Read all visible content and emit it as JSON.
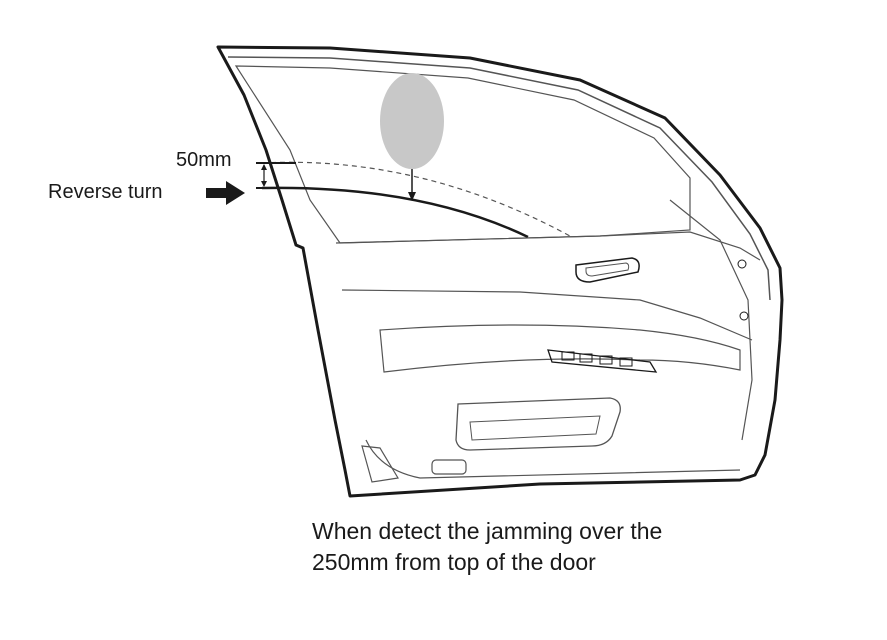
{
  "labels": {
    "dimension": "50mm",
    "action": "Reverse turn"
  },
  "caption": {
    "line1": "When detect the jamming over the",
    "line2": "250mm from top of the door"
  },
  "colors": {
    "line": "#1a1a1a",
    "trim_line": "#555555",
    "obstacle": "#c8c8c8",
    "background": "#ffffff"
  },
  "icons": {
    "direction_arrow": "arrow-right-icon",
    "obstacle": "obstacle-ellipse-icon"
  }
}
